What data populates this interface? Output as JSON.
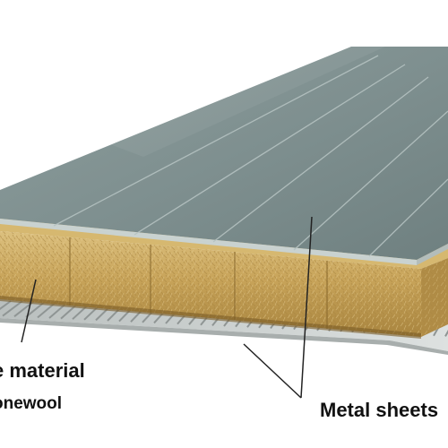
{
  "labels": {
    "core_material": "e material",
    "core_sub": "onewool",
    "metal_sheets": "Metal sheets"
  },
  "colors": {
    "metal_top": "#7f9090",
    "metal_top_light": "#a3b2b1",
    "metal_edge": "#c9d2d0",
    "core": "#c8a45a",
    "core_dark": "#9c7a38",
    "core_light": "#dcc07e",
    "bottom_sheet": "#cfd4d3",
    "bottom_rib": "#9aa09f",
    "leader": "#222222"
  }
}
